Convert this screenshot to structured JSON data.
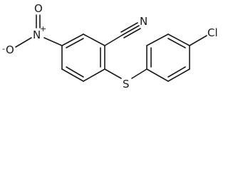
{
  "molecule": {
    "atoms": {
      "nitrile_n": "N",
      "sulfur": "S",
      "chlorine": "Cl",
      "nitro_n": "N",
      "nitro_o_double": "O",
      "nitro_o_single": "O"
    },
    "charges": {
      "nitro_n": "+",
      "nitro_o_single": "-"
    }
  }
}
